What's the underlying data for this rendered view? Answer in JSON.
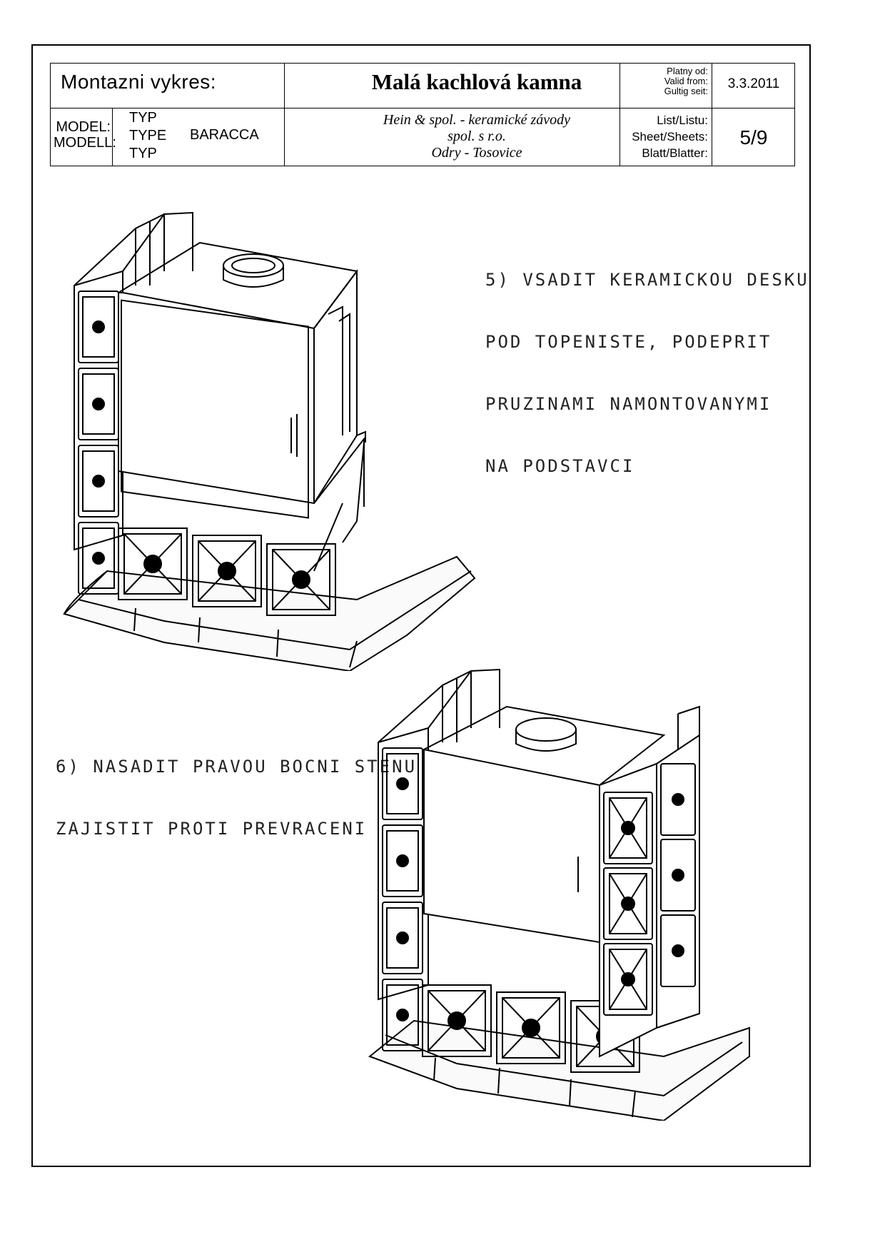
{
  "title_block": {
    "label": "Montazni vykres:",
    "title": "Malá kachlová kamna",
    "valid_labels": [
      "Platny od:",
      "Valid from:",
      "Gultig seit:"
    ],
    "date": "3.3.2011",
    "model_labels": [
      "MODEL:",
      "MODELL:"
    ],
    "type_labels": [
      "TYP",
      "TYPE",
      "TYP"
    ],
    "model_name": "BARACCA",
    "company_lines": [
      "Hein & spol. - keramické závody",
      "spol. s r.o.",
      "Odry - Tosovice"
    ],
    "sheet_labels": [
      "List/Listu:",
      "Sheet/Sheets:",
      "Blatt/Blatter:"
    ],
    "sheet": "5/9"
  },
  "steps": [
    {
      "lines": [
        "5) VSADIT KERAMICKOU DESKU",
        "POD TOPENISTE, PODEPRIT",
        "PRUZINAMI NAMONTOVANYMI",
        "NA PODSTAVCI"
      ]
    },
    {
      "lines": [
        "6) NASADIT PRAVOU BOCNI STENU",
        "ZAJISTIT PROTI PREVRACENI"
      ]
    }
  ]
}
